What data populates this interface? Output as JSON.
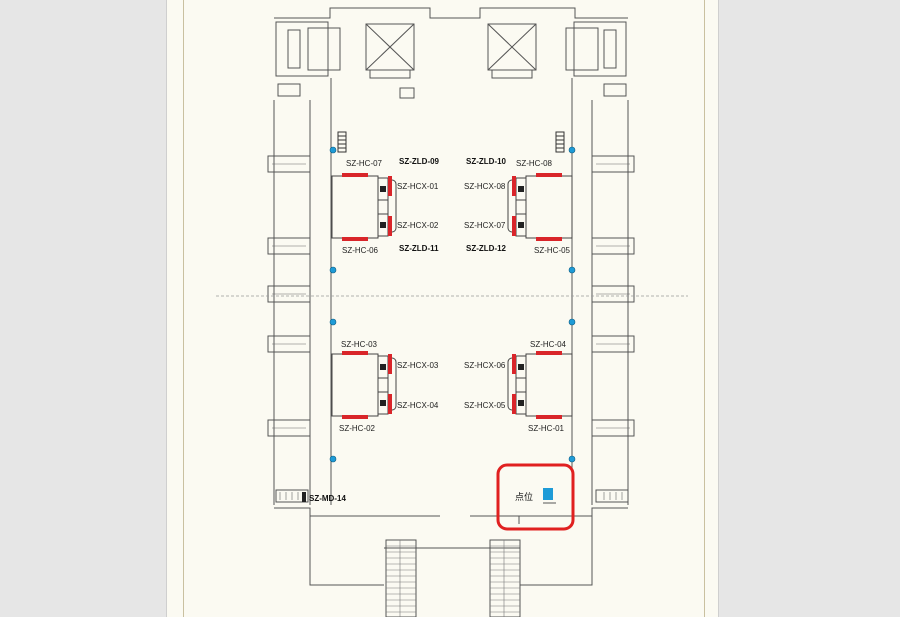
{
  "labels": {
    "hc07": "SZ-HC-07",
    "zld09": "SZ-ZLD-09",
    "zld10": "SZ-ZLD-10",
    "hc08": "SZ-HC-08",
    "hcx01": "SZ-HCX-01",
    "hcx08": "SZ-HCX-08",
    "hcx02": "SZ-HCX-02",
    "hcx07": "SZ-HCX-07",
    "hc06": "SZ-HC-06",
    "zld11": "SZ-ZLD-11",
    "zld12": "SZ-ZLD-12",
    "hc05": "SZ-HC-05",
    "hc03": "SZ-HC-03",
    "hc04": "SZ-HC-04",
    "hcx03": "SZ-HCX-03",
    "hcx06": "SZ-HCX-06",
    "hcx04": "SZ-HCX-04",
    "hcx05": "SZ-HCX-05",
    "hc02": "SZ-HC-02",
    "hc01": "SZ-HC-01",
    "md14": "SZ-MD-14"
  },
  "legend": {
    "text": "点位"
  },
  "colors": {
    "line": "#555555",
    "device_red": "#d9252a",
    "marker_blue": "#1e9bd7",
    "highlight": "#e02020"
  }
}
